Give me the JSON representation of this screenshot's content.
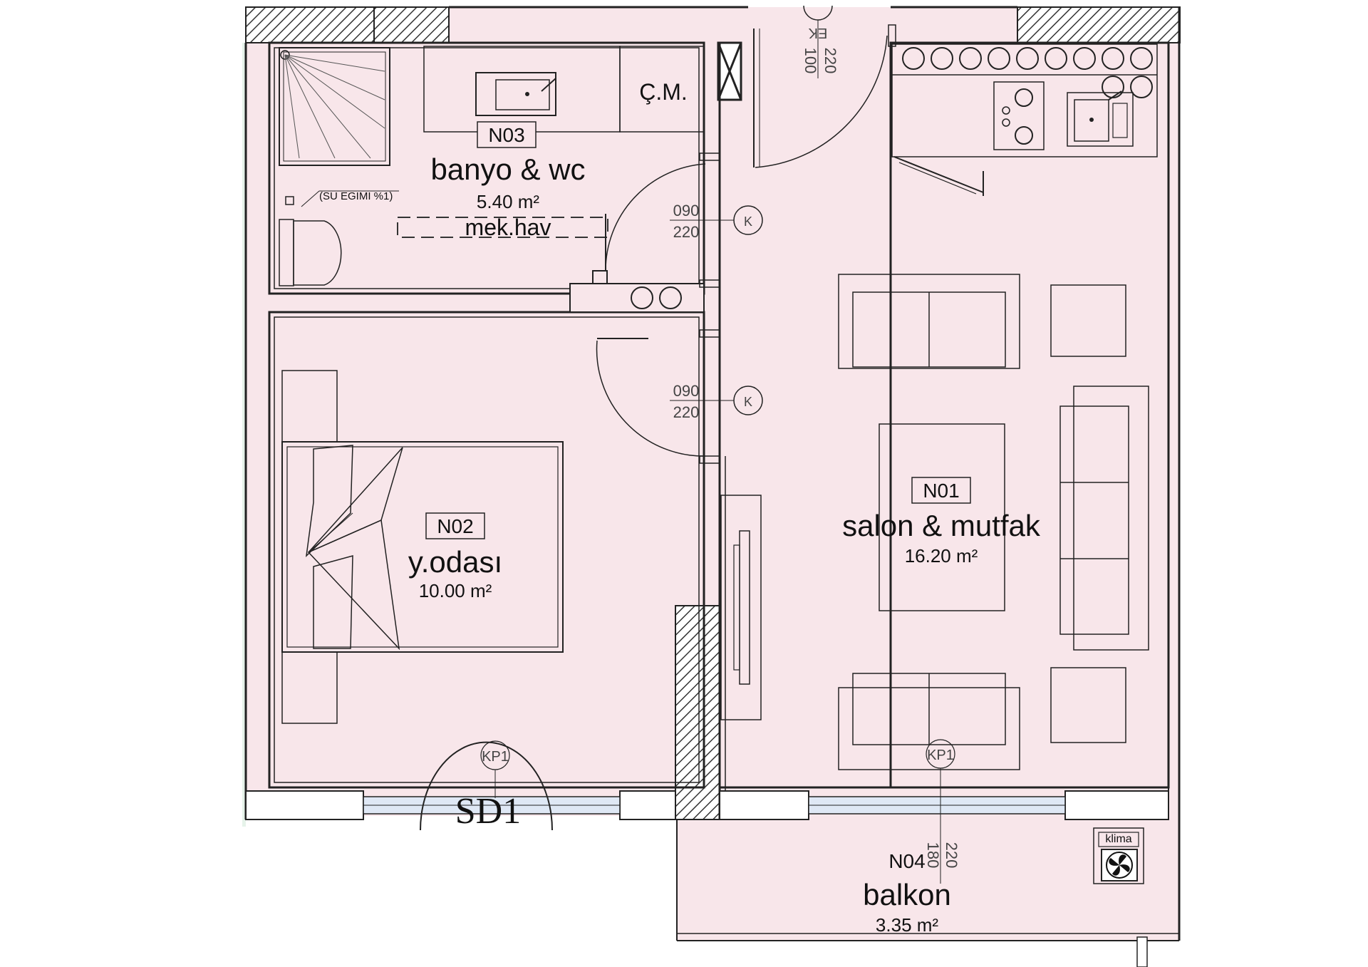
{
  "colors": {
    "floor": "#f8e6ea",
    "wall_hatch": "#333333",
    "exterior_strip": "#e6f3ea",
    "window_glass": "#dfe8f5",
    "line": "#222222"
  },
  "rooms": {
    "n01": {
      "code": "N01",
      "name": "salon & mutfak",
      "area": "16.20 m²"
    },
    "n02": {
      "code": "N02",
      "name": "y.odası",
      "area": "10.00 m²"
    },
    "n03": {
      "code": "N03",
      "name": "banyo & wc",
      "area": "5.40 m²",
      "extra": "mek.hav"
    },
    "n04": {
      "code": "N04",
      "name": "balkon",
      "area": "3.35 m²"
    }
  },
  "labels": {
    "washing_machine": "Ç.M.",
    "floor_slope": "(SU EGIMI %1)",
    "air_conditioner": "klima",
    "section_marker": "SD1"
  },
  "doors": {
    "bath_door": {
      "width": "090",
      "height": "220",
      "type": "K"
    },
    "bed_door": {
      "width": "090",
      "height": "220",
      "type": "K"
    },
    "entry_door": {
      "width": "100",
      "height": "220",
      "type": "EK"
    }
  },
  "windows": {
    "bed_window": {
      "type": "KP1"
    },
    "balcony_door": {
      "type": "KP1",
      "height": "220",
      "width": "180"
    }
  },
  "icons": [
    "shower-tray-icon",
    "sink-icon",
    "toilet-icon",
    "stove-icon",
    "kitchen-sink-icon",
    "bed-icon",
    "sofa-icon",
    "armchair-icon",
    "dining-table-icon",
    "tv-unit-icon",
    "fan-icon",
    "floor-drain-icon"
  ]
}
